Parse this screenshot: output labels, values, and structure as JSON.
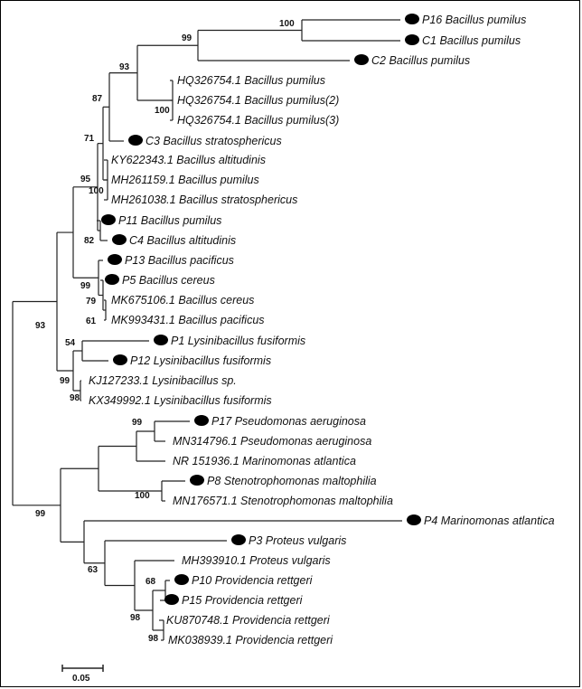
{
  "tree": {
    "scale_bar_label": "0.05",
    "marker_color": "#000000",
    "branch_color": "#222222",
    "leaves": [
      {
        "id": "P16",
        "label": "P16 Bacillus pumilus",
        "marked": true
      },
      {
        "id": "C1",
        "label": "C1 Bacillus pumilus",
        "marked": true
      },
      {
        "id": "C2",
        "label": "C2 Bacillus pumilus",
        "marked": true
      },
      {
        "id": "HQa",
        "label": "HQ326754.1 Bacillus pumilus",
        "marked": false
      },
      {
        "id": "HQb",
        "label": "HQ326754.1 Bacillus pumilus(2)",
        "marked": false
      },
      {
        "id": "HQc",
        "label": "HQ326754.1 Bacillus pumilus(3)",
        "marked": false
      },
      {
        "id": "C3",
        "label": "C3 Bacillus stratosphericus",
        "marked": true
      },
      {
        "id": "KY",
        "label": "KY622343.1 Bacillus altitudinis",
        "marked": false
      },
      {
        "id": "MH1",
        "label": "MH261159.1 Bacillus pumilus",
        "marked": false
      },
      {
        "id": "MH2",
        "label": "MH261038.1 Bacillus stratosphericus",
        "marked": false
      },
      {
        "id": "P11",
        "label": "P11 Bacillus pumilus",
        "marked": true
      },
      {
        "id": "C4",
        "label": "C4 Bacillus altitudinis",
        "marked": true
      },
      {
        "id": "P13",
        "label": "P13 Bacillus pacificus",
        "marked": true
      },
      {
        "id": "P5",
        "label": "P5 Bacillus cereus",
        "marked": true
      },
      {
        "id": "MK6",
        "label": "MK675106.1 Bacillus cereus",
        "marked": false
      },
      {
        "id": "MK9",
        "label": "MK993431.1 Bacillus pacificus",
        "marked": false
      },
      {
        "id": "P1",
        "label": "P1 Lysinibacillus fusiformis",
        "marked": true
      },
      {
        "id": "P12",
        "label": "P12 Lysinibacillus fusiformis",
        "marked": true
      },
      {
        "id": "KJ",
        "label": "KJ127233.1 Lysinibacillus sp.",
        "marked": false
      },
      {
        "id": "KX",
        "label": "KX349992.1 Lysinibacillus fusiformis",
        "marked": false
      },
      {
        "id": "P17",
        "label": "P17 Pseudomonas aeruginosa",
        "marked": true
      },
      {
        "id": "MN3",
        "label": "MN314796.1 Pseudomonas aeruginosa",
        "marked": false
      },
      {
        "id": "NR",
        "label": "NR 151936.1 Marinomonas atlantica",
        "marked": false
      },
      {
        "id": "P8",
        "label": "P8 Stenotrophomonas maltophilia",
        "marked": true
      },
      {
        "id": "MN1",
        "label": "MN176571.1 Stenotrophomonas maltophilia",
        "marked": false
      },
      {
        "id": "P4",
        "label": "P4 Marinomonas atlantica",
        "marked": true
      },
      {
        "id": "P3",
        "label": "P3 Proteus vulgaris",
        "marked": true
      },
      {
        "id": "MH3",
        "label": "MH393910.1 Proteus vulgaris",
        "marked": false
      },
      {
        "id": "P10",
        "label": "P10 Providencia rettgeri",
        "marked": true
      },
      {
        "id": "P15",
        "label": "P15 Providencia rettgeri",
        "marked": true
      },
      {
        "id": "KU",
        "label": "KU870748.1 Providencia rettgeri",
        "marked": false
      },
      {
        "id": "MK0",
        "label": "MK038939.1 Providencia rettgeri",
        "marked": false
      }
    ],
    "bootstrap": [
      {
        "node": "n_p16c1",
        "value": "100"
      },
      {
        "node": "n_p16c1c2",
        "value": "99"
      },
      {
        "node": "n_hq",
        "value": "100"
      },
      {
        "node": "n_pum",
        "value": "93"
      },
      {
        "node": "n_c3",
        "value": "87"
      },
      {
        "node": "n_ky",
        "value": "71"
      },
      {
        "node": "n_mh",
        "value": "100"
      },
      {
        "node": "n_c4",
        "value": "82"
      },
      {
        "node": "n_alt",
        "value": "95"
      },
      {
        "node": "n_mk",
        "value": "79"
      },
      {
        "node": "n_mk2",
        "value": "61"
      },
      {
        "node": "n_cer",
        "value": "99"
      },
      {
        "node": "n_p1",
        "value": "54"
      },
      {
        "node": "n_kj",
        "value": "98"
      },
      {
        "node": "n_lys",
        "value": "99"
      },
      {
        "node": "n_bac",
        "value": "93"
      },
      {
        "node": "n_pse",
        "value": "99"
      },
      {
        "node": "n_ste",
        "value": "100"
      },
      {
        "node": "n_gram",
        "value": "99"
      },
      {
        "node": "n_p10",
        "value": "68"
      },
      {
        "node": "n_mk0",
        "value": "98"
      },
      {
        "node": "n_prov",
        "value": "98"
      },
      {
        "node": "n_prot",
        "value": "63"
      }
    ]
  }
}
